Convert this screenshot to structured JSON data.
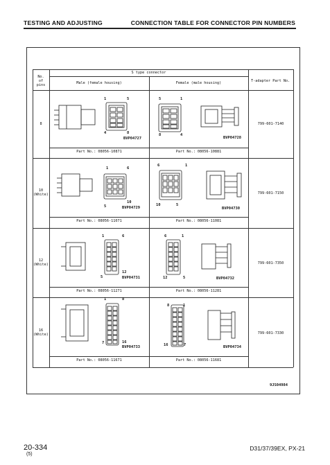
{
  "header": {
    "left": "TESTING AND ADJUSTING",
    "right": "CONNECTION TABLE FOR CONNECTOR PIN NUMBERS"
  },
  "table": {
    "col_pins": "No. of pins",
    "col_group": "S type connector",
    "col_male": "Male (female housing)",
    "col_female": "Female (male housing)",
    "col_tadapter": "T-adapter Part No.",
    "rows": [
      {
        "pins": "8",
        "pins_sub": "",
        "male_part": "Part No.: 08056-10871",
        "female_part": "Part No.: 08056-10881",
        "tadapter": "799-601-7140",
        "male_ref": "BVP04727",
        "female_ref": "BVP04728",
        "male_pins": {
          "tl": "1",
          "tr": "5",
          "bl": "4",
          "br": "8"
        },
        "female_pins": {
          "tl": "5",
          "tr": "1",
          "bl": "8",
          "br": "4"
        }
      },
      {
        "pins": "10",
        "pins_sub": "(White)",
        "male_part": "Part No.: 08056-11071",
        "female_part": "Part No.: 08056-11081",
        "tadapter": "799-601-7150",
        "male_ref": "BVP04729",
        "female_ref": "BVP04730",
        "male_pins": {
          "tl": "1",
          "tr": "6",
          "bl": "5",
          "br": "10"
        },
        "female_pins": {
          "tl": "6",
          "tr": "1",
          "bl": "10",
          "br": "5"
        }
      },
      {
        "pins": "12",
        "pins_sub": "(White)",
        "male_part": "Part No.: 08056-11271",
        "female_part": "Part No.: 08056-11281",
        "tadapter": "799-601-7350",
        "male_ref": "BVP04731",
        "female_ref": "BVP04732",
        "male_pins": {
          "tl": "1",
          "tr": "6",
          "bl": "5",
          "br": "12"
        },
        "female_pins": {
          "tl": "6",
          "tr": "1",
          "bl": "12",
          "br": "5"
        }
      },
      {
        "pins": "16",
        "pins_sub": "(White)",
        "male_part": "Part No.: 08056-11671",
        "female_part": "Part No.: 08056-11681",
        "tadapter": "799-601-7330",
        "male_ref": "BVP04733",
        "female_ref": "BVP04734",
        "male_pins": {
          "tl": "1",
          "tr": "8",
          "bl": "7",
          "br": "16"
        },
        "female_pins": {
          "tl": "8",
          "tr": "1",
          "bl": "16",
          "br": "7"
        }
      }
    ]
  },
  "figure_ref": "9JS04984",
  "footer": {
    "page": "20-334",
    "page_sub": "(5)",
    "model": "D31/37/39EX, PX-21"
  }
}
